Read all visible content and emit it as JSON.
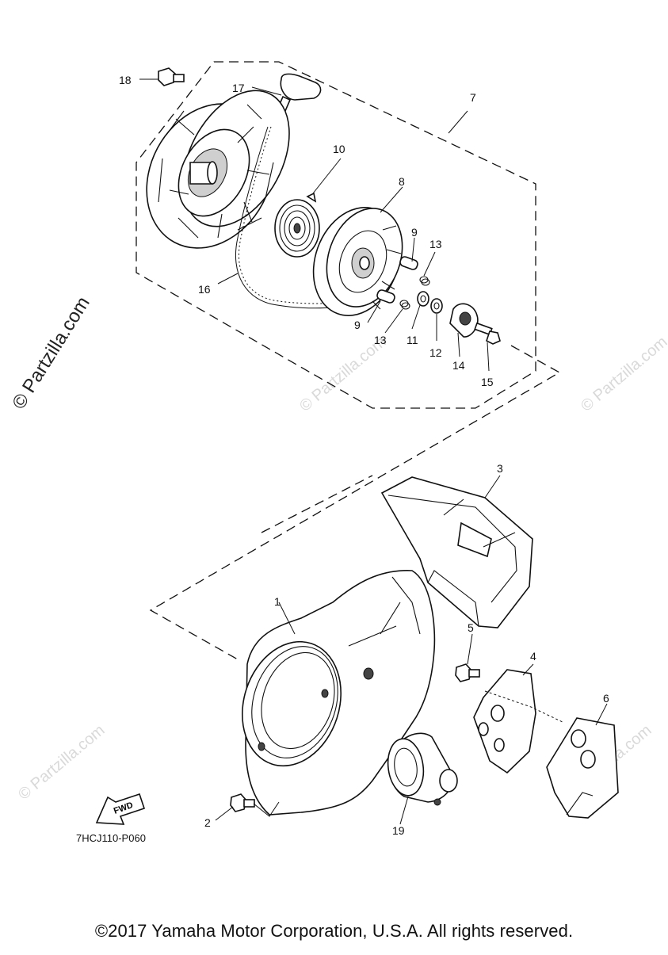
{
  "callouts": {
    "c1": "1",
    "c2": "2",
    "c3": "3",
    "c4": "4",
    "c5": "5",
    "c6": "6",
    "c7": "7",
    "c8": "8",
    "c9a": "9",
    "c9b": "9",
    "c10": "10",
    "c11": "11",
    "c12": "12",
    "c13a": "13",
    "c13b": "13",
    "c14": "14",
    "c15": "15",
    "c16": "16",
    "c17": "17",
    "c18": "18",
    "c19": "19"
  },
  "fwd_label": "FWD",
  "diagram_code": "7HCJ110-P060",
  "watermark": "© Partzilla.com",
  "copyright": "©2017 Yamaha Motor Corporation, U.S.A. All rights reserved.",
  "colors": {
    "line": "#111111",
    "watermark": "#d9d9d9",
    "background": "#ffffff"
  }
}
